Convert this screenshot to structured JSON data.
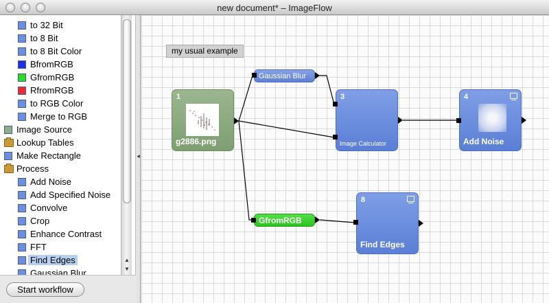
{
  "window": {
    "title": "new document* – ImageFlow"
  },
  "sidebar": {
    "items": [
      {
        "label": "to 32 Bit",
        "color": "#6e8fe0",
        "indent": 1
      },
      {
        "label": "to 8 Bit",
        "color": "#6e8fe0",
        "indent": 1
      },
      {
        "label": "to 8 Bit Color",
        "color": "#6e8fe0",
        "indent": 1
      },
      {
        "label": "BfromRGB",
        "color": "#1f2ee8",
        "indent": 1
      },
      {
        "label": "GfromRGB",
        "color": "#2bdc22",
        "indent": 1
      },
      {
        "label": "RfromRGB",
        "color": "#ef2a2a",
        "indent": 1
      },
      {
        "label": "to RGB Color",
        "color": "#6e8fe0",
        "indent": 1
      },
      {
        "label": "Merge to RGB",
        "color": "#6e8fe0",
        "indent": 1
      },
      {
        "label": "Image Source",
        "color": "#8fae87",
        "indent": 0
      },
      {
        "label": "Lookup Tables",
        "folder": true,
        "indent": 0
      },
      {
        "label": "Make Rectangle",
        "color": "#6e8fe0",
        "indent": 0
      },
      {
        "label": "Process",
        "folder": true,
        "indent": 0
      },
      {
        "label": "Add Noise",
        "color": "#6e8fe0",
        "indent": 1
      },
      {
        "label": "Add Specified Noise",
        "color": "#6e8fe0",
        "indent": 1
      },
      {
        "label": "Convolve",
        "color": "#6e8fe0",
        "indent": 1
      },
      {
        "label": "Crop",
        "color": "#6e8fe0",
        "indent": 1
      },
      {
        "label": "Enhance Contrast",
        "color": "#6e8fe0",
        "indent": 1
      },
      {
        "label": "FFT",
        "color": "#6e8fe0",
        "indent": 1
      },
      {
        "label": "Find Edges",
        "color": "#6e8fe0",
        "indent": 1,
        "selected": true
      },
      {
        "label": "Gaussian Blur",
        "color": "#6e8fe0",
        "indent": 1
      }
    ]
  },
  "toolbar": {
    "start_label": "Start workflow"
  },
  "canvas": {
    "comment": "my usual example",
    "nodes": {
      "source": {
        "num": "1",
        "label": "g2886.png"
      },
      "gaussian": {
        "label": "Gaussian Blur"
      },
      "calc": {
        "num": "3",
        "label": "Image Calculator"
      },
      "noise": {
        "num": "4",
        "label": "Add Noise"
      },
      "gfrom": {
        "label": "GfromRGB"
      },
      "edges": {
        "num": "8",
        "label": "Find Edges"
      }
    }
  },
  "icons": {
    "display": "display-icon",
    "folder": "folder-icon",
    "collapse": "chevron-left-icon"
  }
}
